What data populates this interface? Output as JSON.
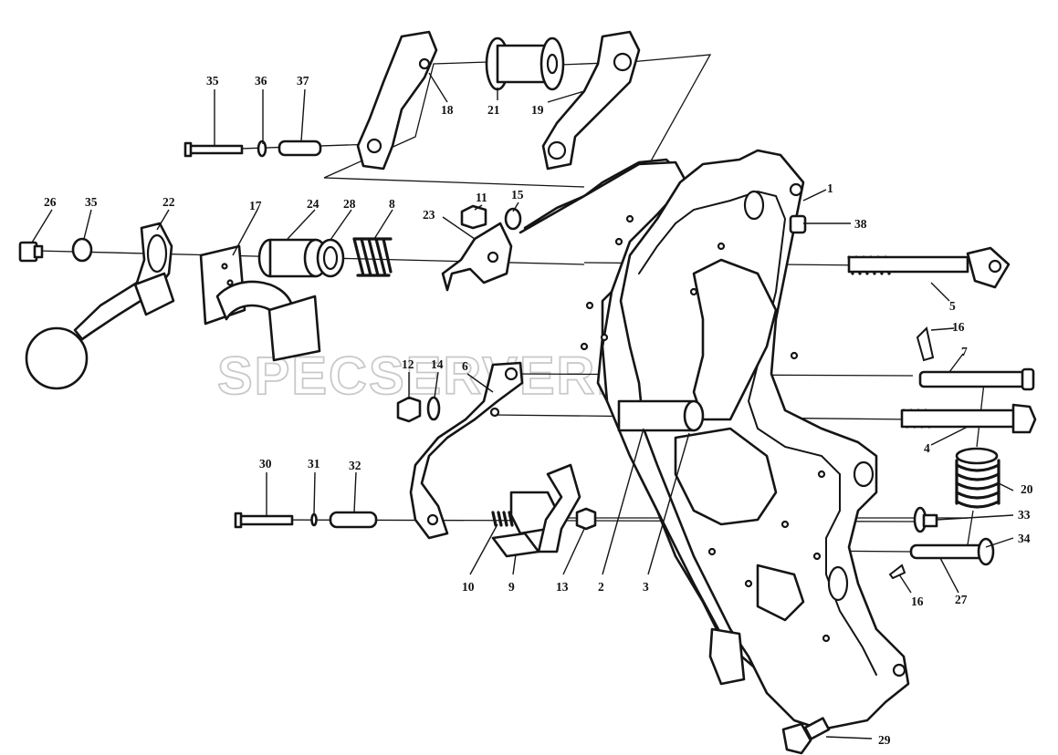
{
  "diagram": {
    "watermark": "SPECSERVER.COM",
    "callouts": [
      {
        "id": "c35a",
        "text": "35"
      },
      {
        "id": "c36",
        "text": "36"
      },
      {
        "id": "c37",
        "text": "37"
      },
      {
        "id": "c18",
        "text": "18"
      },
      {
        "id": "c21",
        "text": "21"
      },
      {
        "id": "c19",
        "text": "19"
      },
      {
        "id": "c1",
        "text": "1"
      },
      {
        "id": "c38",
        "text": "38"
      },
      {
        "id": "c26",
        "text": "26"
      },
      {
        "id": "c35b",
        "text": "35"
      },
      {
        "id": "c22",
        "text": "22"
      },
      {
        "id": "c17",
        "text": "17"
      },
      {
        "id": "c24",
        "text": "24"
      },
      {
        "id": "c28",
        "text": "28"
      },
      {
        "id": "c8",
        "text": "8"
      },
      {
        "id": "c11",
        "text": "11"
      },
      {
        "id": "c15",
        "text": "15"
      },
      {
        "id": "c23",
        "text": "23"
      },
      {
        "id": "c5",
        "text": "5"
      },
      {
        "id": "c16a",
        "text": "16"
      },
      {
        "id": "c7",
        "text": "7"
      },
      {
        "id": "c12",
        "text": "12"
      },
      {
        "id": "c14",
        "text": "14"
      },
      {
        "id": "c6",
        "text": "6"
      },
      {
        "id": "c4",
        "text": "4"
      },
      {
        "id": "c20",
        "text": "20"
      },
      {
        "id": "c30",
        "text": "30"
      },
      {
        "id": "c31",
        "text": "31"
      },
      {
        "id": "c32",
        "text": "32"
      },
      {
        "id": "c33",
        "text": "33"
      },
      {
        "id": "c34",
        "text": "34"
      },
      {
        "id": "c10",
        "text": "10"
      },
      {
        "id": "c9",
        "text": "9"
      },
      {
        "id": "c13",
        "text": "13"
      },
      {
        "id": "c2",
        "text": "2"
      },
      {
        "id": "c3",
        "text": "3"
      },
      {
        "id": "c16b",
        "text": "16"
      },
      {
        "id": "c27",
        "text": "27"
      },
      {
        "id": "c29",
        "text": "29"
      }
    ]
  }
}
